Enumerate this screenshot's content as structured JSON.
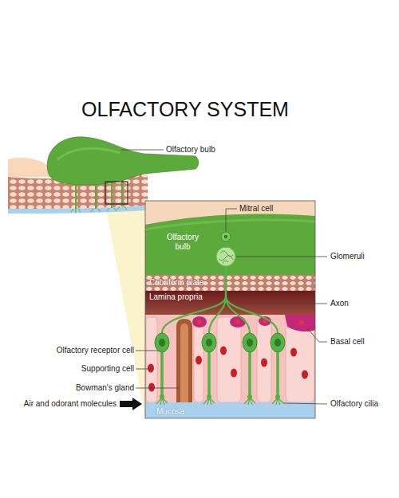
{
  "diagram": {
    "title": "OLFACTORY SYSTEM",
    "nodes": [
      {
        "text": [
          "Olfactory bulb"
        ]
      },
      {
        "text": [
          "Cribriform plate"
        ]
      },
      {
        "text": [
          "Lamina propria"
        ]
      },
      {
        "text": [
          "Mucosa"
        ]
      }
    ],
    "labels": [
      "Olfactory bulb",
      "Mitral cell",
      "Glomeruli",
      "Axon",
      "Basal cell",
      "Olfactory receptor cell",
      "Supporting cell",
      "Bowman's gland",
      "Air and odorant molecules",
      "Olfactory cilia"
    ]
  }
}
